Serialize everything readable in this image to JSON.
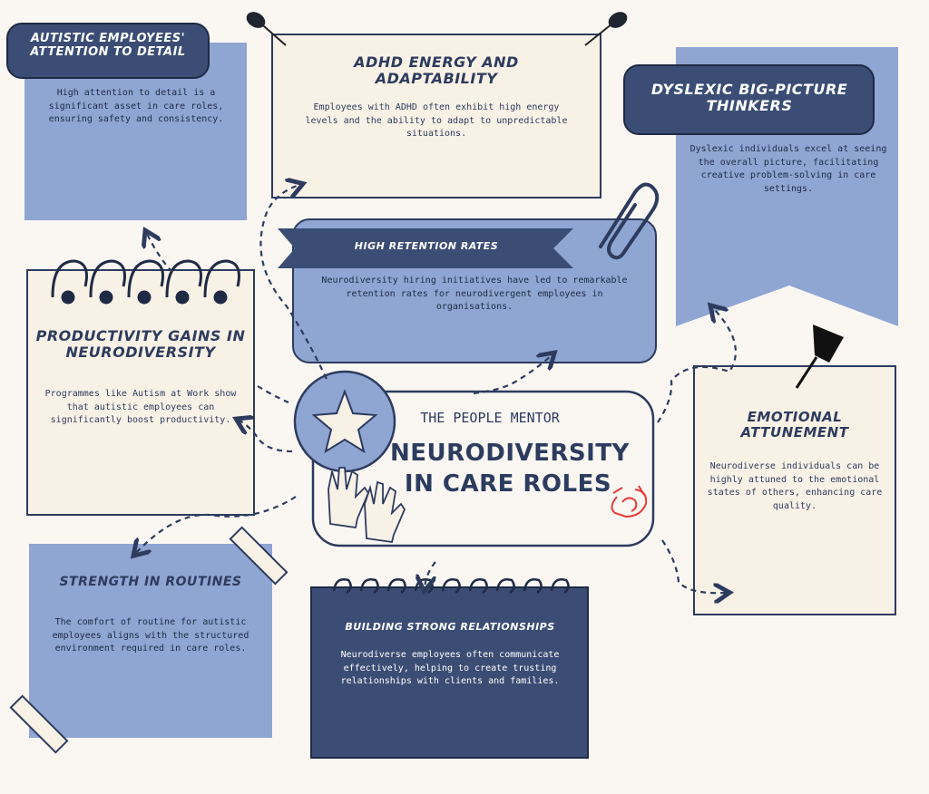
{
  "center": {
    "brand": "THE PEOPLE MENTOR",
    "title_line1": "NEURODIVERSITY",
    "title_line2": "IN CARE ROLES"
  },
  "cards": {
    "autistic_detail": {
      "title": "AUTISTIC EMPLOYEES' ATTENTION TO DETAIL",
      "body": "High attention to detail is a significant asset in care roles, ensuring safety and consistency."
    },
    "adhd": {
      "title": "ADHD ENERGY AND ADAPTABILITY",
      "body": "Employees with ADHD often exhibit high energy levels and the ability to adapt to unpredictable situations."
    },
    "dyslexic": {
      "title": "DYSLEXIC BIG-PICTURE THINKERS",
      "body": "Dyslexic individuals excel at seeing the overall picture, facilitating creative problem-solving in care settings."
    },
    "retention": {
      "title": "HIGH RETENTION RATES",
      "body": "Neurodiversity hiring initiatives have led to remarkable retention rates for neurodivergent employees in organisations."
    },
    "productivity": {
      "title": "PRODUCTIVITY GAINS IN NEURODIVERSITY",
      "body": "Programmes like Autism at Work show that autistic employees can significantly boost productivity."
    },
    "emotional": {
      "title": "EMOTIONAL ATTUNEMENT",
      "body": "Neurodiverse individuals can be highly attuned to the emotional states of others, enhancing care quality."
    },
    "routines": {
      "title": "STRENGTH IN ROUTINES",
      "body": "The comfort of routine for autistic employees aligns with the structured environment required in care roles."
    },
    "relationships": {
      "title": "BUILDING STRONG RELATIONSHIPS",
      "body": "Neurodiverse employees often communicate effectively, helping to create trusting relationships with clients and families."
    }
  },
  "colors": {
    "background": "#faf7f3",
    "navy": "#3b4d74",
    "periwinkle": "#8fa5d2",
    "cream": "#f8f1e6",
    "ink": "#2d3b5e",
    "accent_red": "#e53935"
  }
}
